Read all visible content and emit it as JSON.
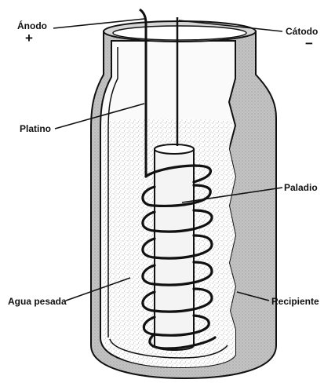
{
  "labels": {
    "anode": "Ánodo",
    "anode_sign": "+",
    "cathode": "Cátodo",
    "cathode_sign": "−",
    "platinum": "Platino",
    "palladium": "Paladio",
    "heavy_water": "Agua pesada",
    "container": "Recipiente"
  },
  "colors": {
    "ink": "#111111",
    "container_wall": "#b9b9b9",
    "water_dots": "#8a8a8a",
    "rod_fill": "#f4f4f4",
    "background": "#ffffff"
  }
}
